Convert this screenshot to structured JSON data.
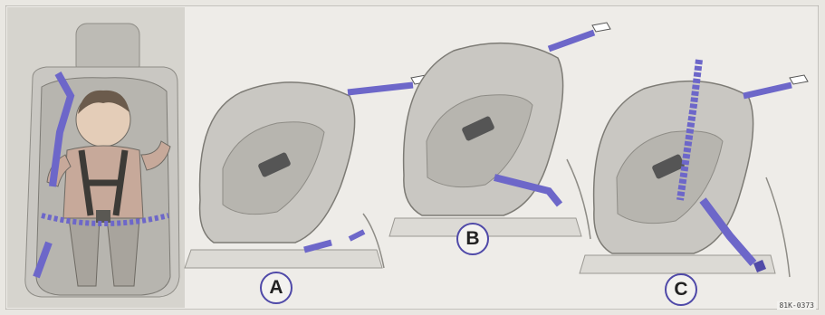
{
  "figure": {
    "labels": [
      "A",
      "B",
      "C"
    ],
    "reference_code": "81K-0373"
  },
  "colors": {
    "belt": "#6d67c9",
    "belt_dark": "#4f49a8",
    "seat_shell": "#c9c7c2",
    "seat_fabric": "#b7b5af",
    "seat_dark": "#8e8c86",
    "background": "#e9e7e2",
    "photo_bg": "#d4d2cc"
  },
  "icons": [
    "child-figure-icon",
    "child-seat-icon",
    "belt-buckle-icon",
    "latch-connector-icon"
  ]
}
